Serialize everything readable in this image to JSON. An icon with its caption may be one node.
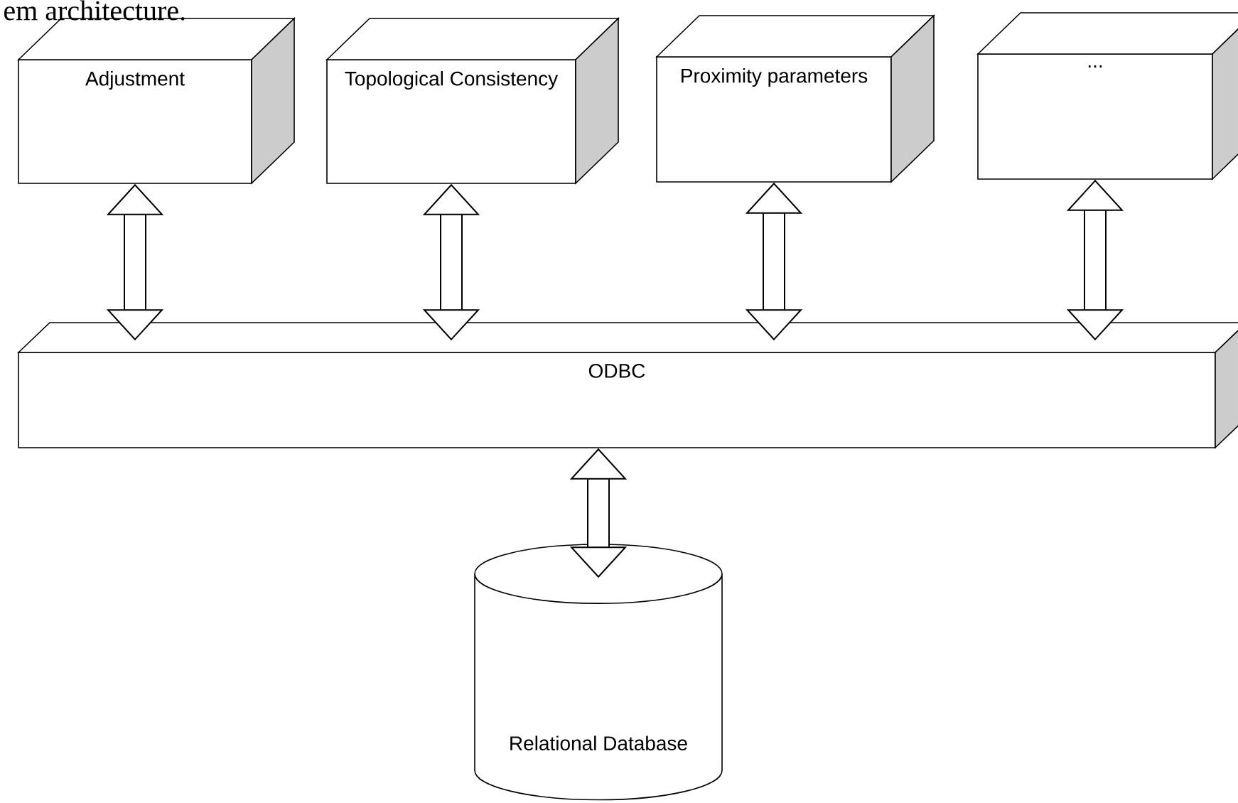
{
  "diagram": {
    "nodes": [
      {
        "text": [
          "Adjustment"
        ]
      },
      {
        "text": [
          "Topological Consistency"
        ]
      },
      {
        "text": [
          "Proximity parameters"
        ]
      },
      {
        "text": [
          "..."
        ]
      },
      {
        "text": [
          "ODBC"
        ]
      },
      {
        "text": [
          "Relational Database"
        ]
      }
    ],
    "edges": [
      {
        "from": 0,
        "to": 4,
        "arrow": "both"
      },
      {
        "from": 1,
        "to": 4,
        "arrow": "both"
      },
      {
        "from": 2,
        "to": 4,
        "arrow": "both"
      },
      {
        "from": 3,
        "to": 4,
        "arrow": "both"
      },
      {
        "from": 4,
        "to": 5,
        "arrow": "both"
      }
    ],
    "labels": [
      "em architecture."
    ]
  }
}
